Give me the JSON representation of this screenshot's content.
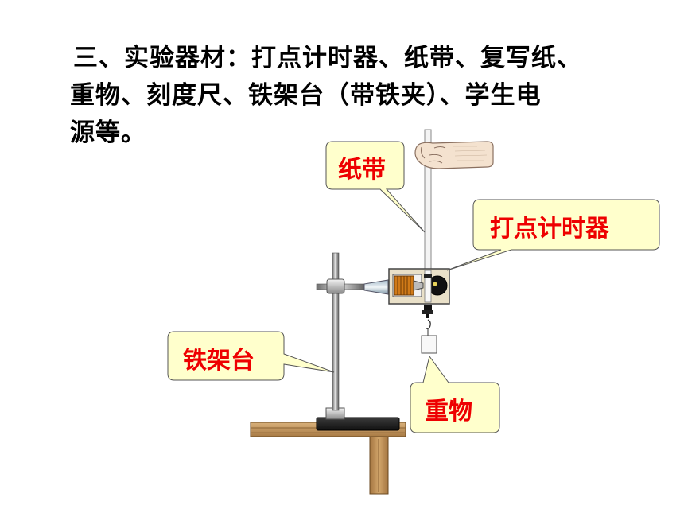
{
  "heading": {
    "line1": "三、实验器材：打点计时器、纸带、复写纸、",
    "line2": "重物、刻度尺、铁架台（带铁夹）、学生电",
    "line3": "源等。"
  },
  "callouts": {
    "paper_tape": "纸带",
    "timer": "打点计时器",
    "iron_stand": "铁架台",
    "weight": "重物"
  },
  "colors": {
    "callout_fill": "#ffffcc",
    "callout_text": "#ee0000",
    "table_wood": "#c8a06a"
  }
}
